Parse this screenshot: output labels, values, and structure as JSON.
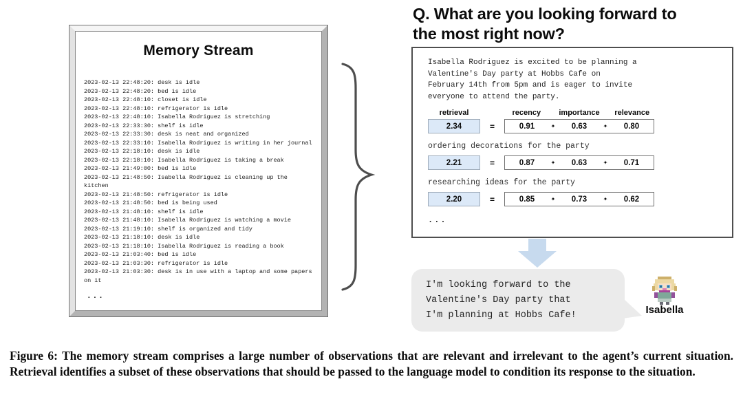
{
  "question": {
    "lines": [
      "Q. What are you looking forward to",
      "the most right now?"
    ]
  },
  "memory_stream": {
    "title": "Memory Stream",
    "lines": [
      "2023-02-13 22:48:20: desk is idle",
      "2023-02-13 22:48:20: bed is idle",
      "2023-02-13 22:48:10: closet is idle",
      "2023-02-13 22:48:10: refrigerator is idle",
      "2023-02-13 22:48:10: Isabella Rodriguez is stretching",
      "2023-02-13 22:33:30: shelf is idle",
      "2023-02-13 22:33:30: desk is neat and organized",
      "2023-02-13 22:33:10: Isabella Rodriguez is writing in her journal",
      "2023-02-13 22:18:10: desk is idle",
      "2023-02-13 22:18:10: Isabella Rodriguez is taking a break",
      "2023-02-13 21:49:00: bed is idle",
      "2023-02-13 21:48:50: Isabella Rodriguez is cleaning up the",
      "kitchen",
      "2023-02-13 21:48:50: refrigerator is idle",
      "2023-02-13 21:48:50: bed is being used",
      "2023-02-13 21:48:10: shelf is idle",
      "2023-02-13 21:48:10: Isabella Rodriguez is watching a movie",
      "2023-02-13 21:19:10: shelf is organized and tidy",
      "2023-02-13 21:18:10: desk is idle",
      "2023-02-13 21:18:10: Isabella Rodriguez is reading a book",
      "2023-02-13 21:03:40: bed is idle",
      "2023-02-13 21:03:30: refrigerator is idle",
      "2023-02-13 21:03:30: desk is in use with a laptop and some papers",
      "on it"
    ],
    "ellipsis": "..."
  },
  "retrieval_panel": {
    "summary_lines": [
      "Isabella Rodriguez is excited to be planning a",
      "Valentine's Day party at Hobbs Cafe on",
      "February 14th from 5pm and is eager to invite",
      "everyone to attend the party."
    ],
    "headers": {
      "retrieval": "retrieval",
      "recency": "recency",
      "importance": "importance",
      "relevance": "relevance"
    },
    "equals": "=",
    "operator": "✦",
    "rows": [
      {
        "memory": "",
        "retrieval": "2.34",
        "recency": "0.91",
        "importance": "0.63",
        "relevance": "0.80"
      },
      {
        "memory": "ordering decorations for the party",
        "retrieval": "2.21",
        "recency": "0.87",
        "importance": "0.63",
        "relevance": "0.71"
      },
      {
        "memory": "researching ideas for the party",
        "retrieval": "2.20",
        "recency": "0.85",
        "importance": "0.73",
        "relevance": "0.62"
      }
    ],
    "ellipsis": "..."
  },
  "response": {
    "lines": [
      "I'm looking forward to the",
      "Valentine's Day party that",
      "I'm planning at Hobbs Cafe!"
    ],
    "agent_name": "Isabella"
  },
  "caption": {
    "label": "Figure 6:",
    "text": "The memory stream comprises a large number of observations that are relevant and irrelevant to the agent’s current situation. Retrieval identifies a subset of these observations that should be passed to the language model to condition its response to the situation."
  },
  "colors": {
    "score_box_fill": "#dce9f8",
    "score_box_border": "#9daab8",
    "factor_box_border": "#707070",
    "arrow_fill": "#c7daee",
    "bubble_fill": "#ebebeb",
    "panel_border": "#4e4e4e"
  }
}
